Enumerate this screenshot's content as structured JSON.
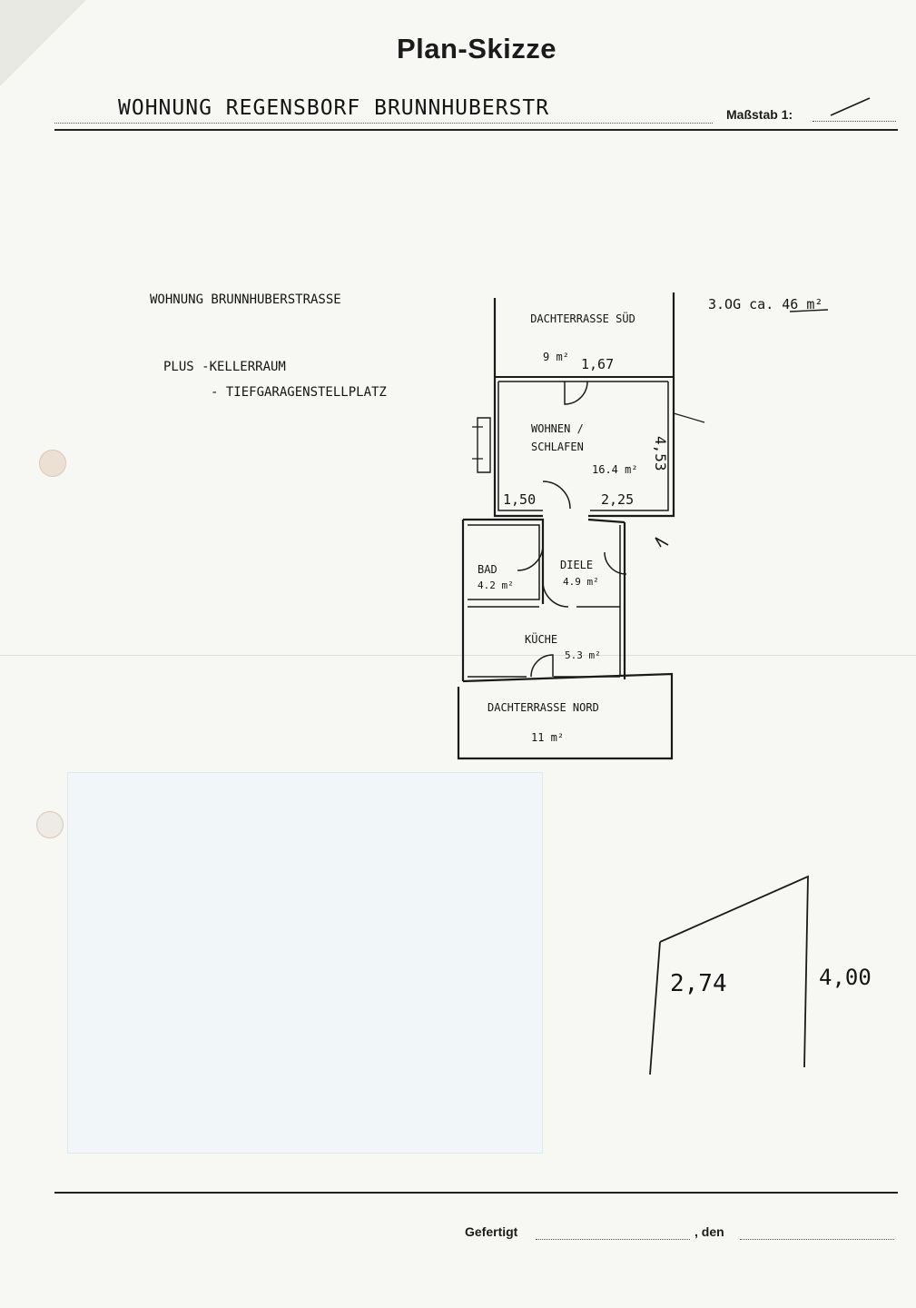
{
  "form": {
    "title": "Plan-Skizze",
    "subject": "WOHNUNG REGENSBORF BRUNNHUBERSTR",
    "scale_label": "Maßstab 1:",
    "footer_prepared": "Gefertigt",
    "footer_date": ", den"
  },
  "sketch": {
    "heading": "WOHNUNG BRUNNHUBERSTRASSE",
    "extra_1": "PLUS -KELLERRAUM",
    "extra_2": "- TIEFGARAGENSTELLPLATZ",
    "floor_area": "3.OG ca. 46 m²",
    "rooms": {
      "terrace_south": "DACHTERRASSE SÜD",
      "terrace_south_area": "9 m²",
      "terrace_south_dim": "1,67",
      "living": "WOHNEN / SCHLAFEN",
      "living_area": "16.4 m²",
      "living_dim_left": "1,50",
      "living_dim_right": "2,25",
      "living_dim_side": "4,53",
      "bath": "BAD",
      "bath_area": "4.2 m²",
      "hall": "DIELE",
      "hall_area": "4.9 m²",
      "kitchen": "KÜCHE",
      "kitchen_area": "5.3 m²",
      "terrace_north": "DACHTERRASSE NORD",
      "terrace_north_area": "11 m²"
    },
    "side_sketch": {
      "left_dim": "2,74",
      "right_dim": "4,00"
    }
  }
}
